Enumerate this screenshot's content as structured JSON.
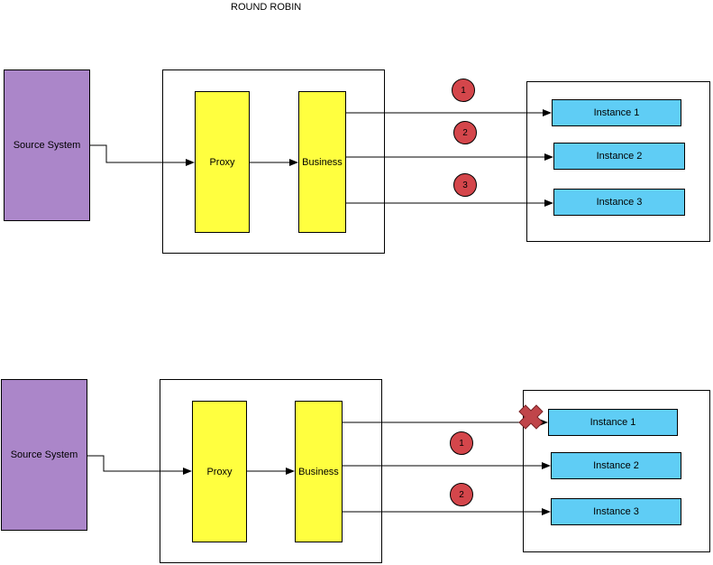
{
  "title": "ROUND ROBIN",
  "top": {
    "source": "Source System",
    "proxy": "Proxy",
    "business": "Business",
    "instances": [
      "Instance 1",
      "Instance 2",
      "Instance 3"
    ],
    "badges": [
      "1",
      "2",
      "3"
    ]
  },
  "bottom": {
    "source": "Source System",
    "proxy": "Proxy",
    "business": "Business",
    "instances": [
      "Instance 1",
      "Instance 2",
      "Instance 3"
    ],
    "badges": [
      "1",
      "2"
    ],
    "failed_marker": "x-mark-icon"
  },
  "colors": {
    "source": "#ab86c9",
    "component": "#ffff3f",
    "instance": "#5fcdf5",
    "badge": "#d4464b",
    "failure": "#c0454a"
  }
}
